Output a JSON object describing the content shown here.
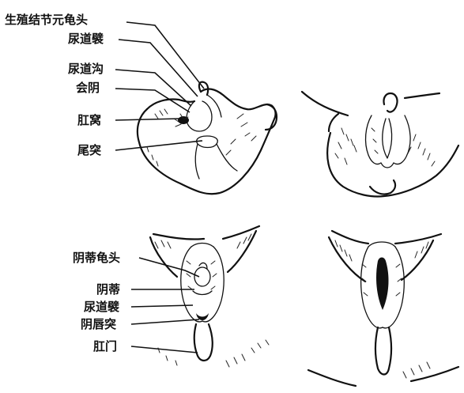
{
  "labels": {
    "genital_tubercle_glans": "生殖结节元龟头",
    "urethral_fold_top": "尿道襞",
    "urethral_groove": "尿道沟",
    "perineum": "会阴",
    "anal_pit": "肛窝",
    "tail_protrusion": "尾突",
    "clitoral_glans": "阴蒂龟头",
    "clitoris": "阴蒂",
    "urethral_fold_bottom": "尿道襞",
    "labial_swelling": "阴唇突",
    "anus": "肛门"
  },
  "colors": {
    "ink": "#111111",
    "paper": "#ffffff"
  }
}
